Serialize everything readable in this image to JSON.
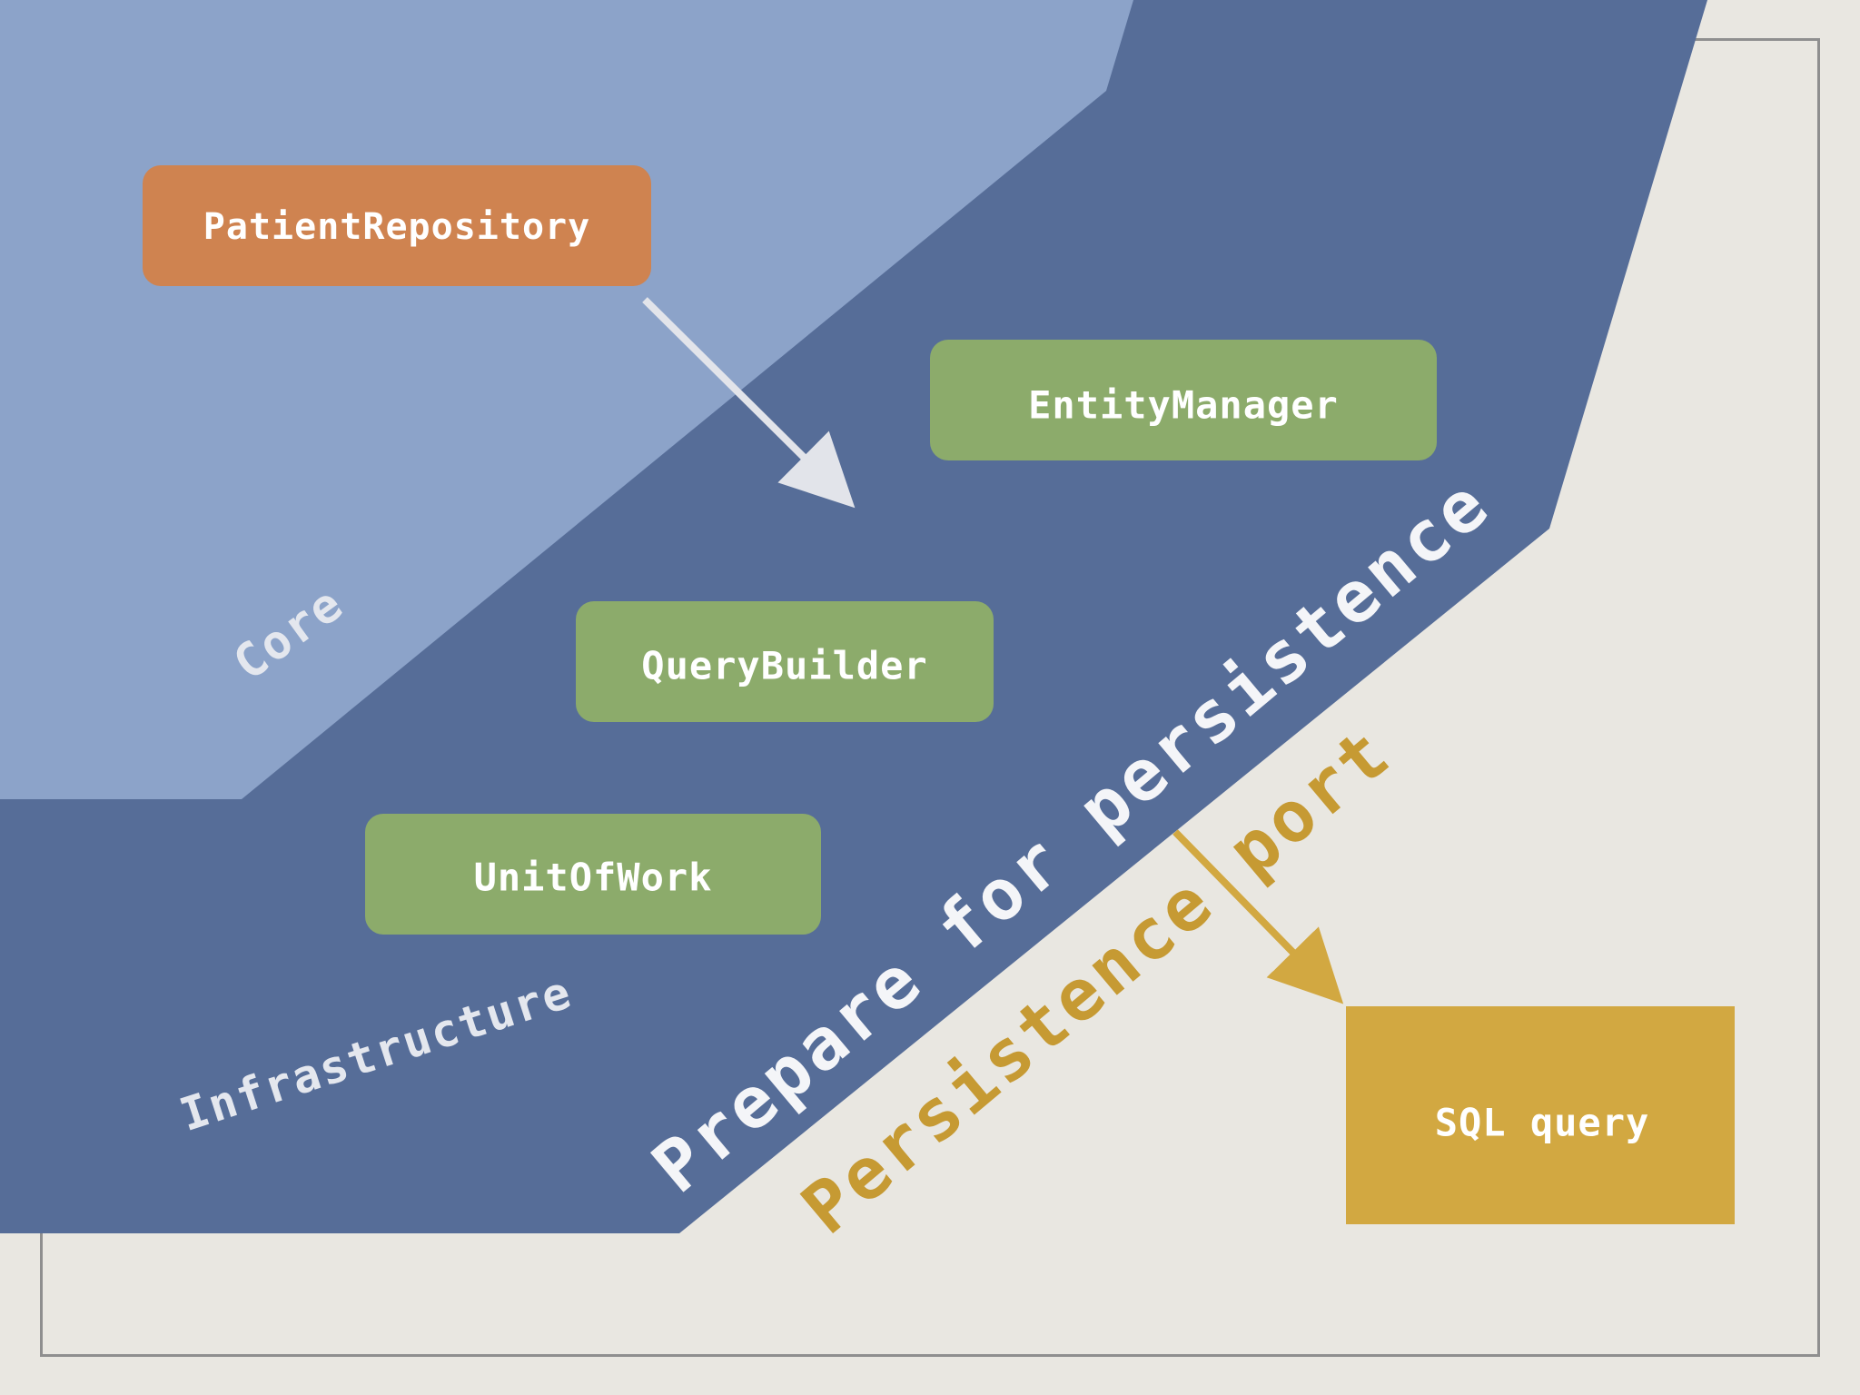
{
  "regions": {
    "core_label": "Core",
    "infrastructure_label": "Infrastructure"
  },
  "boxes": {
    "patient_repository": "PatientRepository",
    "entity_manager": "EntityManager",
    "query_builder": "QueryBuilder",
    "unit_of_work": "UnitOfWork",
    "sql_query": "SQL query"
  },
  "labels": {
    "prepare_for_persistence": "Prepare for persistence",
    "persistence_port": "Persistence port"
  },
  "colors": {
    "background": "#e9e7e1",
    "core_region": "#8ca3c9",
    "infrastructure_region": "#566d98",
    "repository_box": "#cf8350",
    "infrastructure_box": "#8cab6b",
    "sql_box": "#d2a841",
    "port_label": "#c69a33",
    "arrow_white": "#e2e4ea",
    "arrow_gold": "#d2a841"
  }
}
